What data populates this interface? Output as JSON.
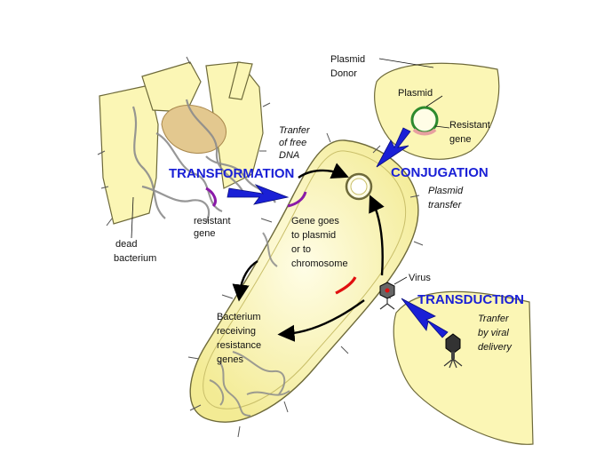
{
  "colors": {
    "cell_fill": "#fbf6b5",
    "cell_stroke": "#6e6a3a",
    "process_blue": "#1a20d6",
    "plasmid_green": "#2d8a2d",
    "resistant_gene_purple": "#8a1aa8",
    "transduced_gene_red": "#e01010"
  },
  "process_labels": {
    "transformation": "TRANSFORMATION",
    "conjugation": "CONJUGATION",
    "transduction": "TRANSDUCTION"
  },
  "transformation": {
    "note_line1": "Tranfer",
    "note_line2": "of free",
    "note_line3": "DNA",
    "resistant_line1": "resistant",
    "resistant_line2": "gene",
    "dead_line1": "dead",
    "dead_line2": "bacterium"
  },
  "conjugation": {
    "donor_line1": "Plasmid",
    "donor_line2": "Donor",
    "plasmid": "Plasmid",
    "resistant_line1": "Resistant",
    "resistant_line2": "gene",
    "note_line1": "Plasmid",
    "note_line2": "transfer"
  },
  "transduction": {
    "virus": "Virus",
    "note_line1": "Tranfer",
    "note_line2": "by viral",
    "note_line3": "delivery"
  },
  "receiver": {
    "gene_line1": "Gene goes",
    "gene_line2": "to plasmid",
    "gene_line3": "or to",
    "gene_line4": "chromosome",
    "bact_line1": "Bacterium",
    "bact_line2": "receiving",
    "bact_line3": "resistance",
    "bact_line4": "genes"
  }
}
